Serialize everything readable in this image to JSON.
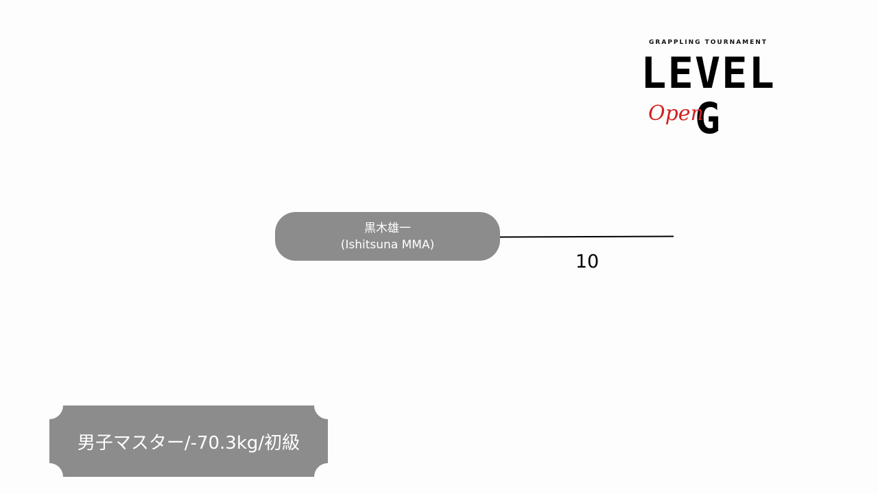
{
  "logo": {
    "subtitle": "GRAPPLING TOURNAMENT",
    "title": "LEVEL G",
    "script": "Open",
    "accent": "#d22222"
  },
  "bracket": {
    "fighter_name": "黒木雄一",
    "fighter_team": "(Ishitsuna MMA)",
    "score": "10"
  },
  "category": {
    "label": "男子マスター/-70.3kg/初級"
  }
}
